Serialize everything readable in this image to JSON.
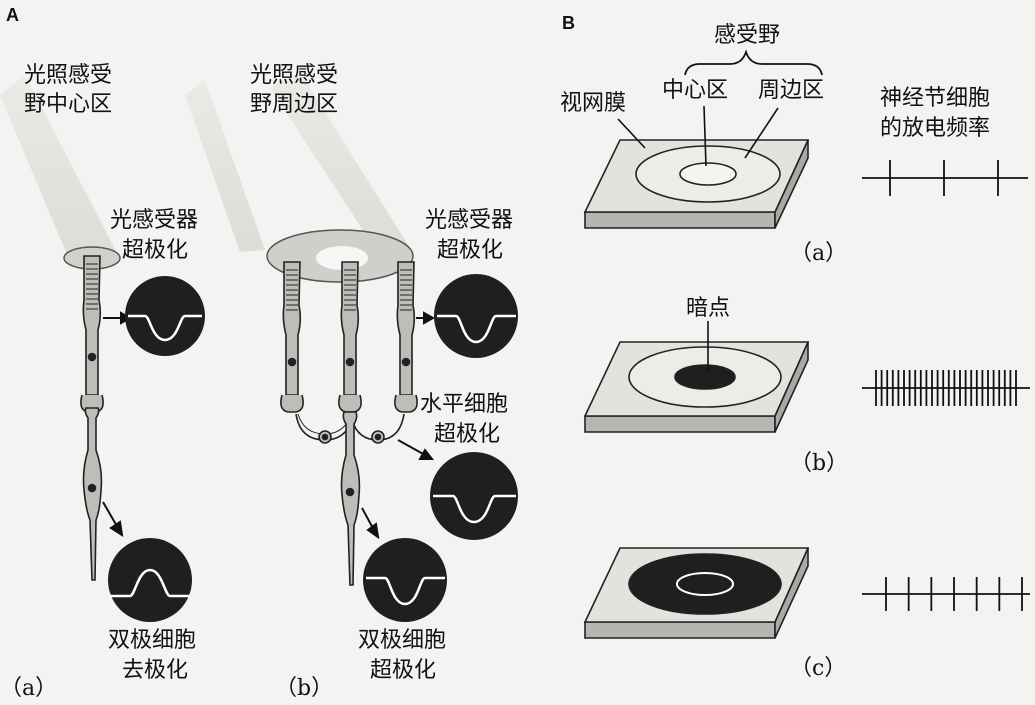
{
  "panel_a": {
    "label": "A",
    "col_a": {
      "light_label": [
        "光照感受",
        "野中心区"
      ],
      "photoreceptor_label": [
        "光感受器",
        "超极化"
      ],
      "bipolar_label": [
        "双极细胞",
        "去极化"
      ],
      "caption": "（a）"
    },
    "col_b": {
      "light_label": [
        "光照感受",
        "野周边区"
      ],
      "photoreceptor_label": [
        "光感受器",
        "超极化"
      ],
      "horizontal_label": [
        "水平细胞",
        "超极化"
      ],
      "bipolar_label": [
        "双极细胞",
        "超极化"
      ],
      "caption": "（b）"
    }
  },
  "panel_b": {
    "label": "B",
    "receptive_field": "感受野",
    "center": "中心区",
    "surround": "周边区",
    "retina": "视网膜",
    "dark_spot": "暗点",
    "firing_label": [
      "神经节细胞",
      "的放电频率"
    ],
    "captions": [
      "（a）",
      "（b）",
      "（c）"
    ],
    "spike_counts": [
      3,
      26,
      7
    ]
  }
}
